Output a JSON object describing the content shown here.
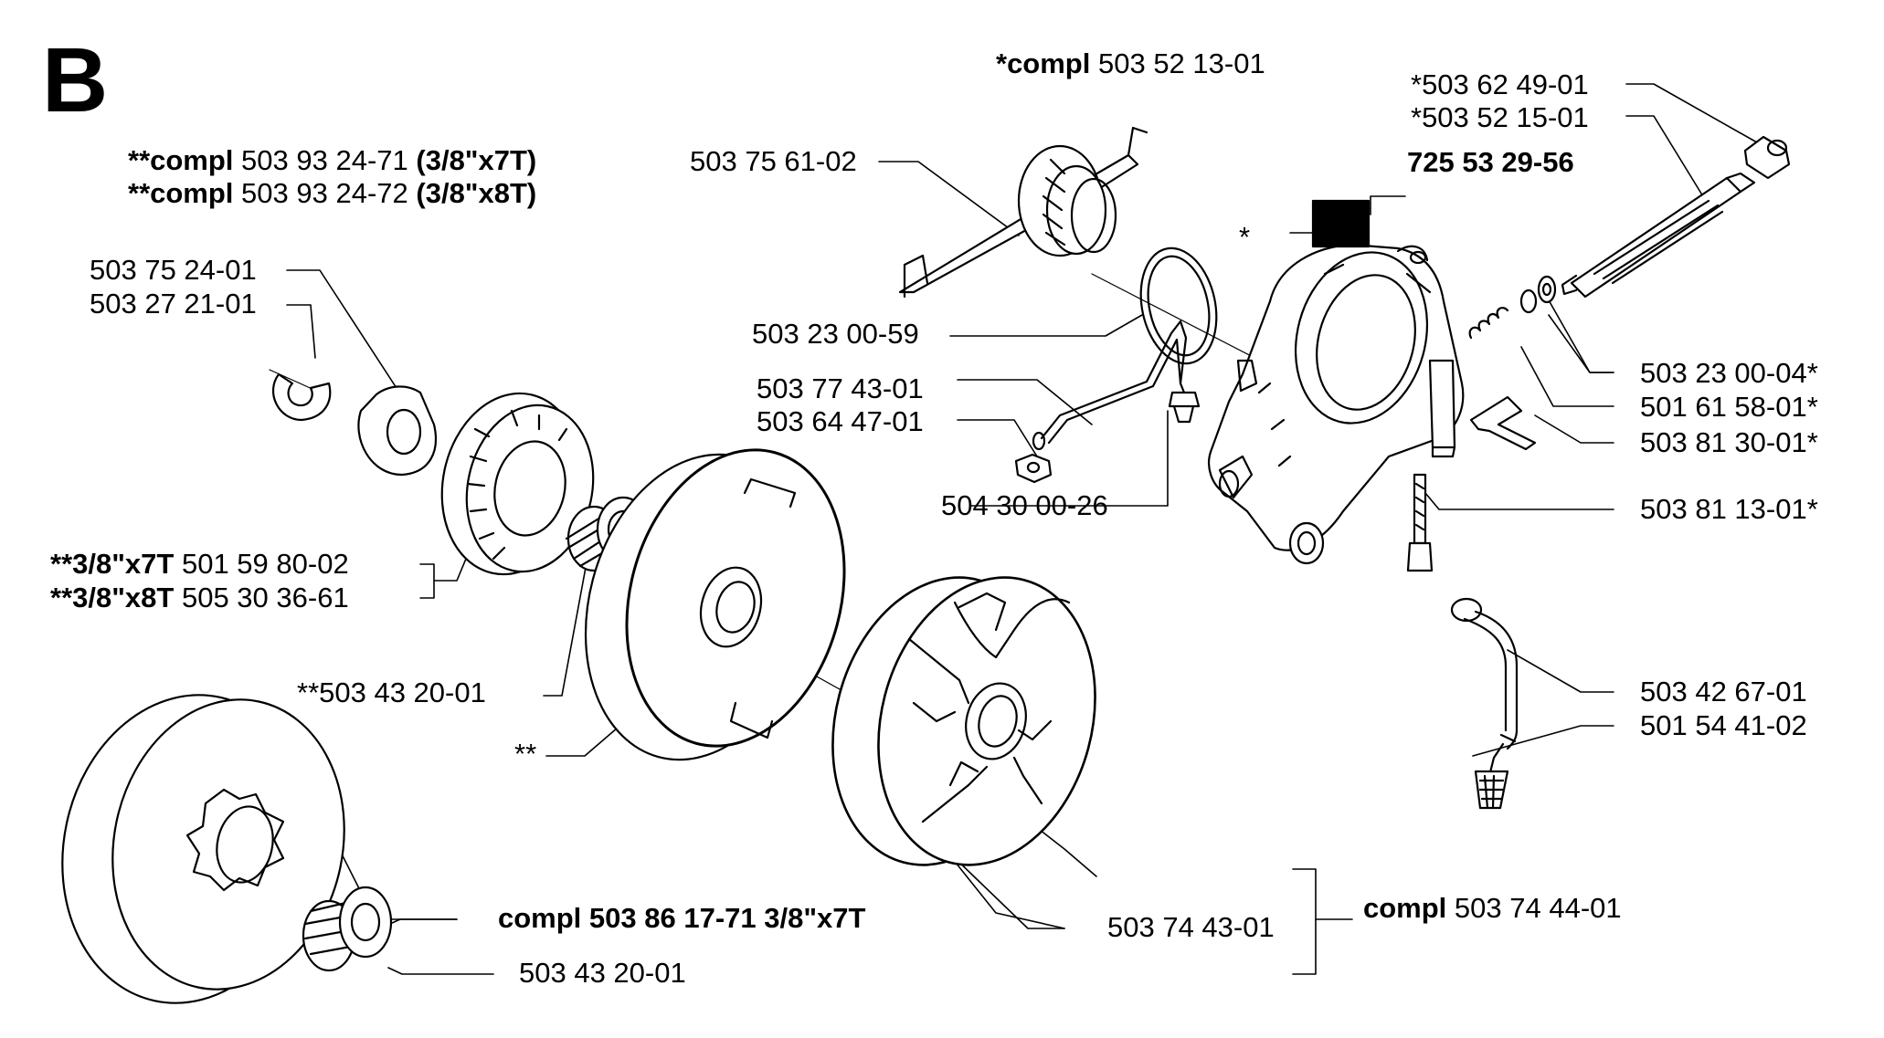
{
  "section_letter": "B",
  "labels": {
    "top_compl_prefix": "*compl",
    "top_compl_number": "503 52 13-01",
    "compl_7t_prefix": "**compl",
    "compl_7t_number": "503 93 24-71",
    "compl_7t_size": "(3/8\"x7T)",
    "compl_8t_prefix": "**compl",
    "compl_8t_number": "503 93 24-72",
    "compl_8t_size": "(3/8\"x8T)",
    "p_503_75_61_02": "503 75 61-02",
    "p_503_75_24_01": "503 75 24-01",
    "p_503_27_21_01": "503 27 21-01",
    "p_503_23_00_59": "503 23 00-59",
    "p_503_77_43_01": "503 77 43-01",
    "p_503_64_47_01": "503 64 47-01",
    "p_504_30_00_26": "504 30 00-26",
    "rim_7t_prefix": "**3/8\"x7T",
    "rim_7t_number": "501 59 80-02",
    "rim_8t_prefix": "**3/8\"x8T",
    "rim_8t_number": "505 30 36-61",
    "p_bearing_star": "**503 43 20-01",
    "drum_star": "**",
    "pump_star": "*",
    "p_503_62_49_01": "*503 62 49-01",
    "p_503_52_15_01": "*503 52 15-01",
    "kit_725_53_29_56": "725 53 29-56",
    "p_503_23_00_04": "503 23 00-04*",
    "p_501_61_58_01": "501 61 58-01*",
    "p_503_81_30_01": "503 81 30-01*",
    "p_503_81_13_01": "503 81 13-01*",
    "p_503_42_67_01": "503 42 67-01",
    "p_501_54_41_02": "501 54 41-02",
    "drum_compl": "compl 503 86 17-71 3/8\"x7T",
    "p_503_43_20_01": "503 43 20-01",
    "p_503_74_43_01": "503 74 43-01",
    "clutch_compl_prefix": "compl",
    "clutch_compl_number": "503 74 44-01"
  }
}
